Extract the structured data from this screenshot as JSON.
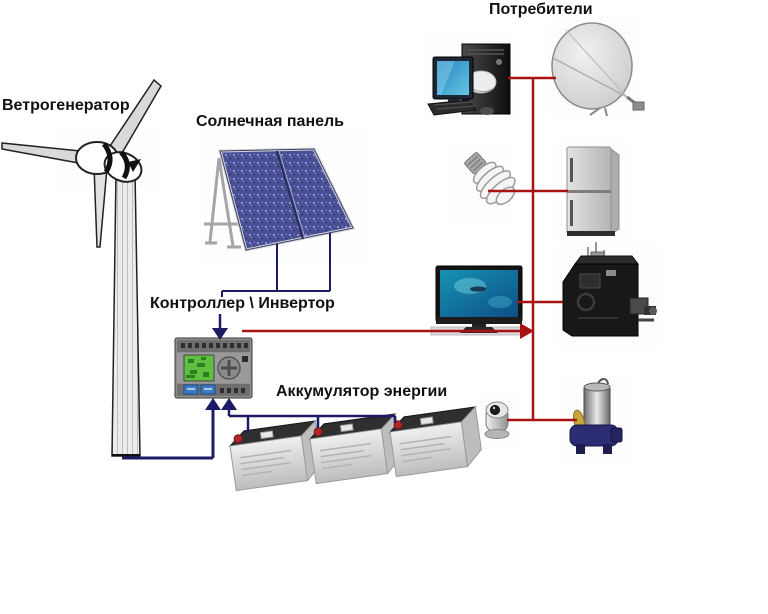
{
  "labels": {
    "consumers": "Потребители",
    "wind_generator": "Ветрогенератор",
    "solar_panel": "Солнечная панель",
    "controller_inverter": "Контроллер \\ Инвертор",
    "energy_storage": "Аккумулятор энергии"
  },
  "colors": {
    "consumer_line_red": "#a81212",
    "source_line_navy": "#1b1b66",
    "label_text": "#111111",
    "solar_panel_blue": "#4a4f93",
    "controller_lcd_green": "#5fbf3f",
    "battery_terminal_red": "#b42525",
    "pump_body_navy": "#2c2c72"
  },
  "icons": {
    "sources": [
      "wind-turbine-icon",
      "solar-panel-icon"
    ],
    "converter": "controller-inverter-icon",
    "storage": [
      "battery-icon",
      "battery-icon",
      "battery-icon"
    ],
    "consumers": [
      "desktop-computer-icon",
      "satellite-dish-icon",
      "cfl-lamp-icon",
      "refrigerator-icon",
      "tv-icon",
      "boiler-icon",
      "cctv-camera-icon",
      "water-pump-icon"
    ]
  }
}
